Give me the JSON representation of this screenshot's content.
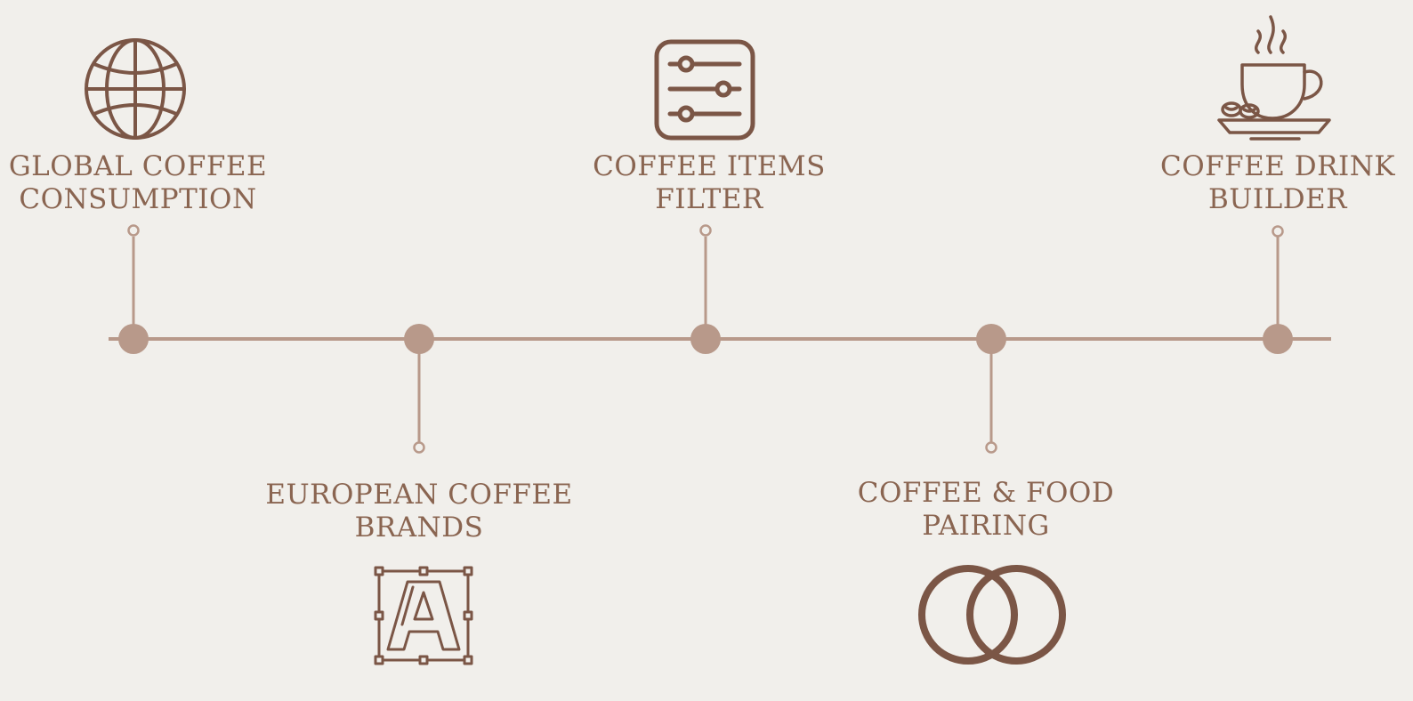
{
  "colors": {
    "background": "#f1efeb",
    "line": "#b8998a",
    "icon": "#7b5646",
    "text": "#8a6551"
  },
  "timeline": {
    "items": [
      {
        "line1": "GLOBAL COFFEE",
        "line2": "CONSUMPTION",
        "icon": "globe-icon"
      },
      {
        "line1": "EUROPEAN COFFEE",
        "line2": "BRANDS",
        "icon": "typography-a-icon"
      },
      {
        "line1": "COFFEE ITEMS",
        "line2": "FILTER",
        "icon": "sliders-filter-icon"
      },
      {
        "line1": "COFFEE & FOOD",
        "line2": "PAIRING",
        "icon": "overlapping-circles-icon"
      },
      {
        "line1": "COFFEE DRINK",
        "line2": "BUILDER",
        "icon": "coffee-cup-icon"
      }
    ]
  }
}
